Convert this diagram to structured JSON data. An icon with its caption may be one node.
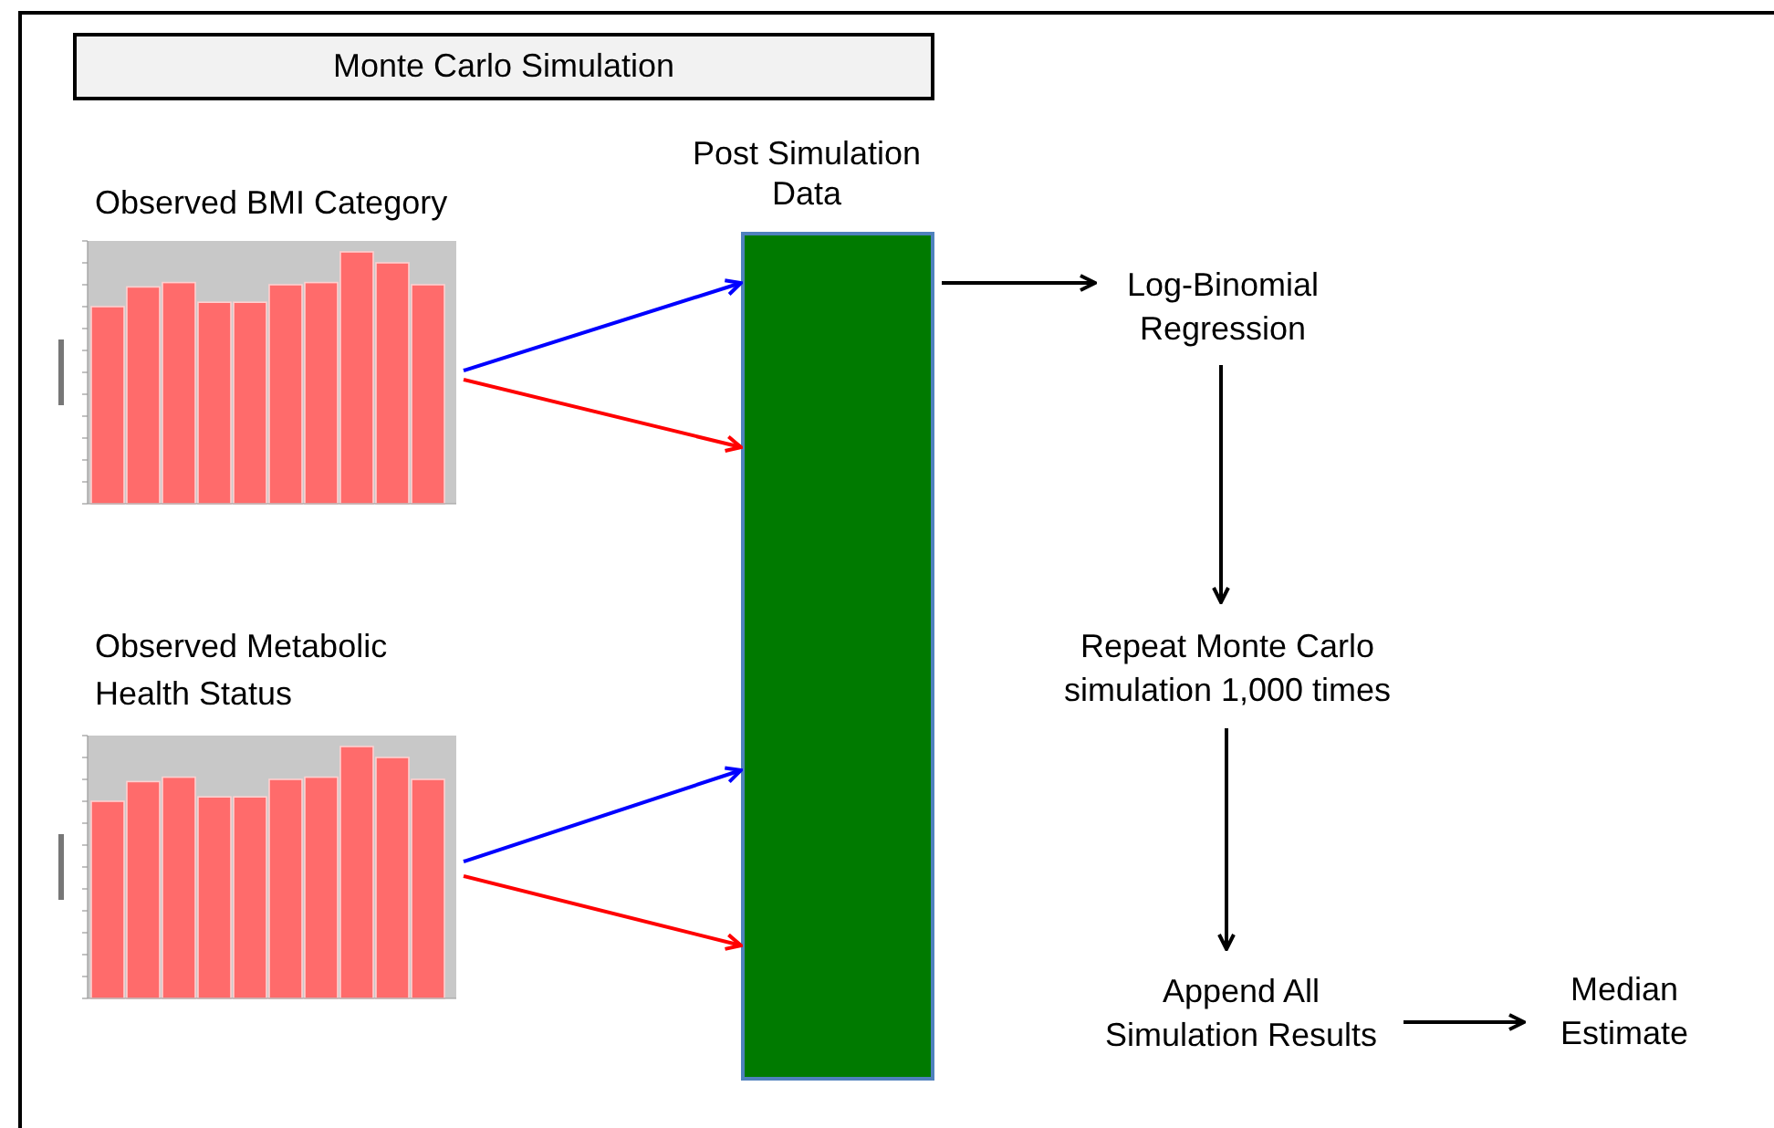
{
  "diagram": {
    "nodes": [
      {
        "text": [
          "Monte Carlo Simulation"
        ]
      },
      {
        "text": [
          "Observed BMI Category"
        ]
      },
      {
        "text": [
          "Post Simulation Data"
        ]
      },
      {
        "text": [
          "Log-Binomial Regression"
        ]
      },
      {
        "text": [
          "Observed Metabolic Health Status"
        ]
      },
      {
        "text": [
          "Repeat Monte Carlo simulation 1,000 times"
        ]
      },
      {
        "text": [
          "Append All Simulation Results"
        ]
      },
      {
        "text": [
          "Median Estimate"
        ]
      }
    ],
    "edges": [
      {
        "from": 1,
        "to": 2,
        "arrow": "to",
        "color": "#0000ff"
      },
      {
        "from": 1,
        "to": 2,
        "arrow": "to",
        "color": "#ff0000"
      },
      {
        "from": 4,
        "to": 2,
        "arrow": "to",
        "color": "#0000ff"
      },
      {
        "from": 4,
        "to": 2,
        "arrow": "to",
        "color": "#ff0000"
      },
      {
        "from": 2,
        "to": 3,
        "arrow": "to"
      },
      {
        "from": 3,
        "to": 5,
        "arrow": "to"
      },
      {
        "from": 5,
        "to": 6,
        "arrow": "to"
      },
      {
        "from": 6,
        "to": 7,
        "arrow": "to"
      }
    ]
  }
}
